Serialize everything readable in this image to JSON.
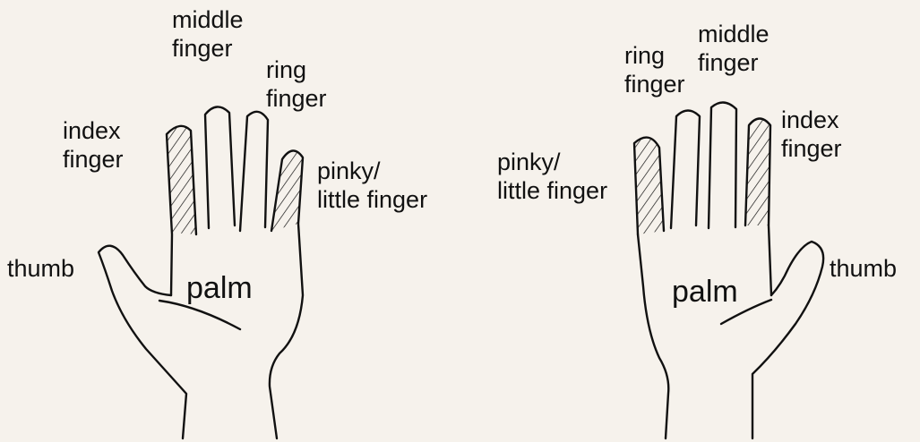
{
  "colors": {
    "background": "#f6f2ec",
    "ink": "#111111"
  },
  "left_hand": {
    "middle": [
      "middle",
      "finger"
    ],
    "ring": [
      "ring",
      "finger"
    ],
    "index": [
      "index",
      "finger"
    ],
    "pinky": [
      "pinky/",
      "little finger"
    ],
    "thumb": "thumb",
    "palm": "palm"
  },
  "right_hand": {
    "ring": [
      "ring",
      "finger"
    ],
    "middle": [
      "middle",
      "finger"
    ],
    "index": [
      "index",
      "finger"
    ],
    "pinky": [
      "pinky/",
      "little finger"
    ],
    "thumb": "thumb",
    "palm": "palm"
  }
}
